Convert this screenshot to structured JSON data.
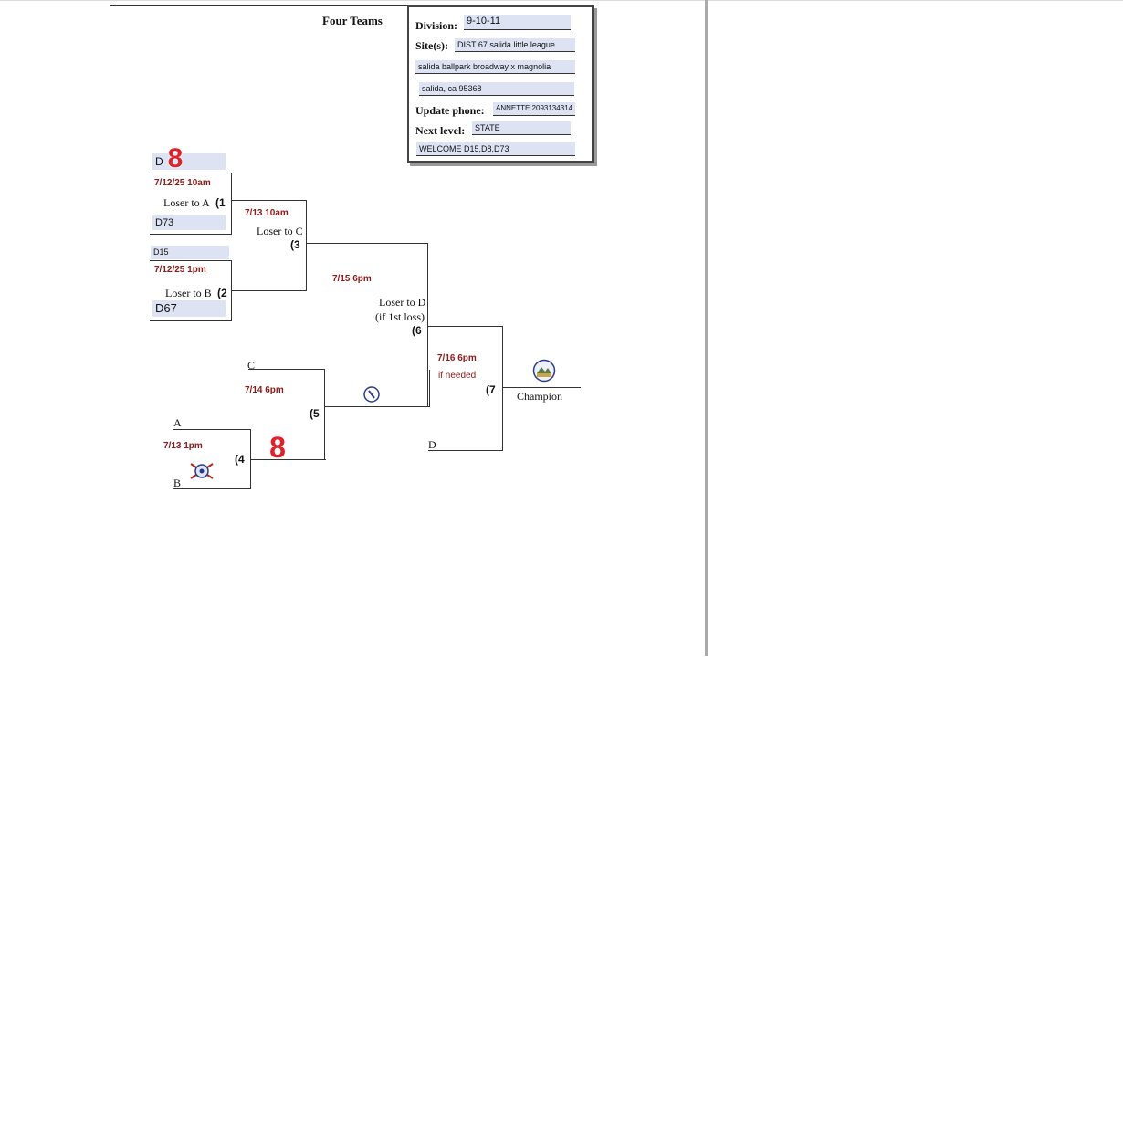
{
  "header": {
    "title": "Four Teams"
  },
  "info": {
    "division_label": "Division:",
    "division_value": "9-10-11",
    "site_label": "Site(s):",
    "site_line1": "DIST 67 salida little league",
    "site_line2": "salida ballpark broadway x magnolia",
    "site_line3": "salida, ca 95368",
    "phone_label": "Update phone:",
    "phone_value": "ANNETTE 2093134314",
    "next_label": "Next level:",
    "next_value": "STATE",
    "welcome": "WELCOME D15,D8,D73"
  },
  "bracket": {
    "g1": {
      "team_top": "D",
      "date": "7/12/25 10am",
      "loser": "Loser to A",
      "num": "(1",
      "team_bottom": "D73"
    },
    "g2": {
      "team_top": "D15",
      "date": "7/12/25 1pm",
      "loser": "Loser to B",
      "num": "(2",
      "team_bottom": "D67"
    },
    "g3": {
      "date": "7/13 10am",
      "loser": "Loser to C",
      "num": "(3"
    },
    "g4": {
      "top": "A",
      "date": "7/13 1pm",
      "num": "(4",
      "bottom": "B"
    },
    "g5": {
      "top": "C",
      "date": "7/14 6pm",
      "num": "(5"
    },
    "g6": {
      "date": "7/15 6pm",
      "loser1": "Loser to D",
      "loser2": "(if 1st loss)",
      "num": "(6"
    },
    "g7": {
      "date": "7/16 6pm",
      "note": "if needed",
      "num": "(7",
      "bottom": "D"
    },
    "champion": "Champion"
  },
  "logos": {
    "logo_8": "8"
  },
  "colors": {
    "date_red": "#8b1a1a",
    "field_bg": "#dde3f3",
    "logo_red": "#e0212b"
  }
}
